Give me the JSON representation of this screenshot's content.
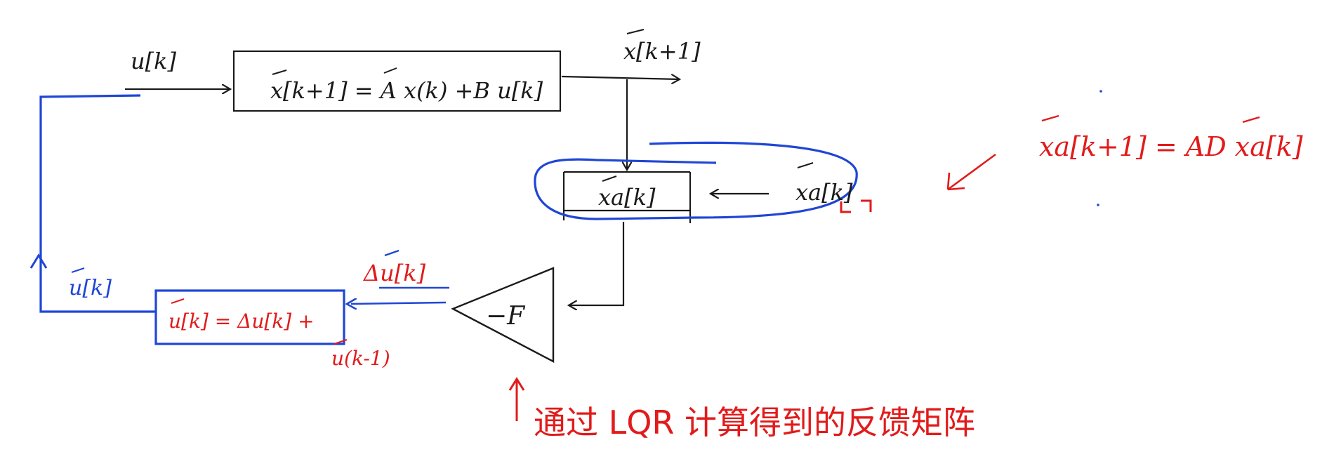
{
  "colors": {
    "ink": "#1a1a1a",
    "blue": "#1f46d6",
    "red": "#e11b1b"
  },
  "labels": {
    "input_u": "u[k]",
    "state_eq": "x[k+1] = A x(k)  +B u[k]",
    "output_x": "x[k+1]",
    "aug_box": "xa[k]",
    "aug_input": "xa[k]",
    "aug_eq": "xa[k+1] = AD xa[k]",
    "gain": "−F",
    "delta_u": "Δu[k]",
    "u_feedback": "u[k]",
    "u_update": "u[k] = Δu[k] +",
    "u_update_tail": "u(k-1)",
    "note": "通过 LQR 计算得到的反馈矩阵"
  }
}
